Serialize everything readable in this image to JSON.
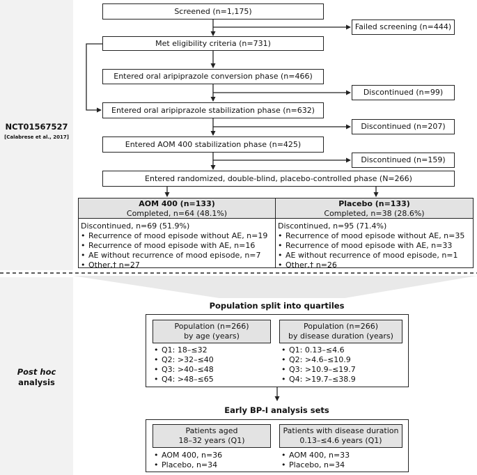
{
  "sidebar": {
    "trial_id": "NCT01567527",
    "citation": "[Calabrese et al., 2017]",
    "post_hoc_line1": "Post hoc",
    "post_hoc_line2": "analysis"
  },
  "flow": {
    "screened": "Screened (n=1,175)",
    "failed_screening": "Failed screening (n=444)",
    "met_eligibility": "Met eligibility criteria (n=731)",
    "oral_conversion": "Entered oral aripiprazole conversion phase (n=466)",
    "discontinued_1": "Discontinued (n=99)",
    "oral_stabilization": "Entered oral aripiprazole stabilization phase (n=632)",
    "discontinued_2": "Discontinued (n=207)",
    "aom_stabilization": "Entered AOM 400 stabilization phase (n=425)",
    "discontinued_3": "Discontinued (n=159)",
    "randomized": "Entered randomized, double-blind, placebo-controlled phase (N=266)"
  },
  "arms": {
    "aom": {
      "title": "AOM 400 (n=133)",
      "completed": "Completed, n=64 (48.1%)",
      "discontinued": "Discontinued, n=69 (51.9%)",
      "items": [
        "Recurrence of mood episode without AE, n=19",
        "Recurrence of mood episode with AE, n=16",
        "AE without recurrence of mood episode, n=7",
        "Other,† n=27"
      ]
    },
    "placebo": {
      "title": "Placebo (n=133)",
      "completed": "Completed, n=38 (28.6%)",
      "discontinued": "Discontinued, n=95 (71.4%)",
      "items": [
        "Recurrence of mood episode without AE, n=35",
        "Recurrence of mood episode with AE, n=33",
        "AE without recurrence of mood episode, n=1",
        "Other,† n=26"
      ]
    }
  },
  "quartiles": {
    "heading": "Population split into quartiles",
    "age": {
      "header_line1": "Population (n=266)",
      "header_line2": "by age (years)",
      "items": [
        "Q1: 18–≤32",
        "Q2: >32–≤40",
        "Q3: >40–≤48",
        "Q4: >48–≤65"
      ]
    },
    "duration": {
      "header_line1": "Population (n=266)",
      "header_line2": "by disease duration (years)",
      "items": [
        "Q1: 0.13–≤4.6",
        "Q2: >4.6–≤10.9",
        "Q3: >10.9–≤19.7",
        "Q4: >19.7–≤38.9"
      ]
    }
  },
  "analysis_sets": {
    "heading": "Early BP-I analysis sets",
    "age": {
      "header_line1": "Patients aged",
      "header_line2": "18–32 years (Q1)",
      "items": [
        "AOM 400, n=36",
        "Placebo, n=34"
      ]
    },
    "duration": {
      "header_line1": "Patients with disease duration",
      "header_line2": "0.13–≤4.6 years (Q1)",
      "items": [
        "AOM 400, n=33",
        "Placebo, n=34"
      ]
    }
  }
}
